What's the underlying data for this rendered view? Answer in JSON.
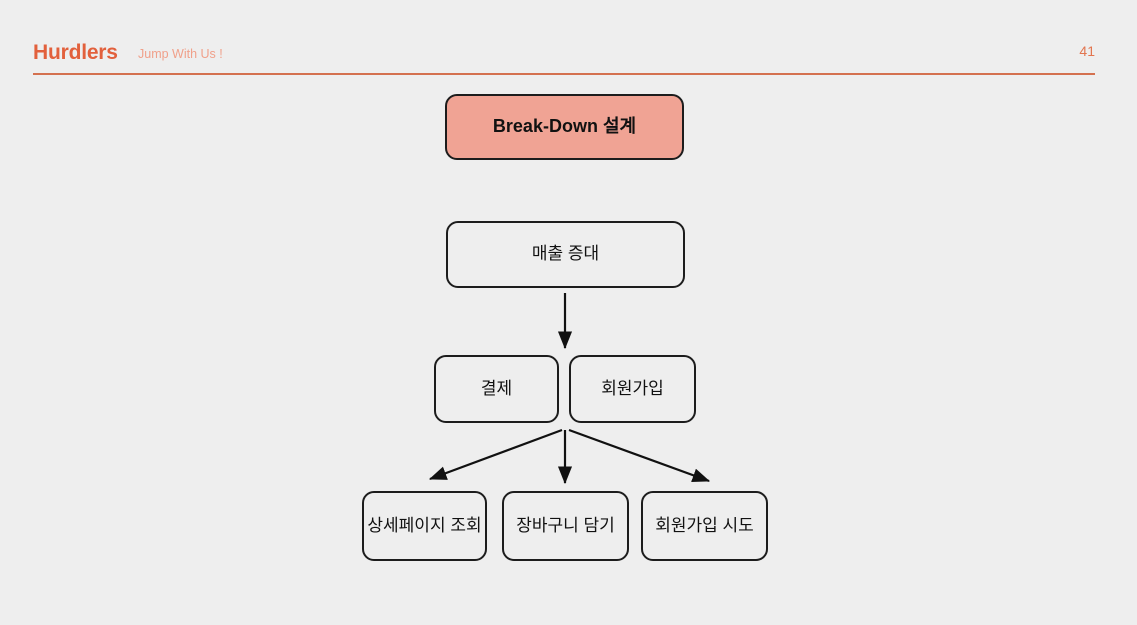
{
  "header": {
    "brand": "Hurdlers",
    "tagline": "Jump With Us !",
    "page_number": "41",
    "brand_color": "#e2603c",
    "tagline_color": "#f0a08a",
    "rule_color": "#d4714f",
    "page_number_color": "#e2754f"
  },
  "slide": {
    "background_color": "#eeeeee",
    "node_border_color": "#1c1c1c",
    "highlight_fill_color": "#f0a394",
    "arrow_color": "#111111"
  },
  "diagram": {
    "title_node": {
      "label": "Break-Down 설계"
    },
    "levels": [
      {
        "name": "goal",
        "nodes": [
          {
            "label": "매출 증대"
          }
        ]
      },
      {
        "name": "sub-goals",
        "nodes": [
          {
            "label": "결제"
          },
          {
            "label": "회원가입"
          }
        ]
      },
      {
        "name": "actions",
        "nodes": [
          {
            "label": "상세페이지 조회"
          },
          {
            "label": "장바구니 담기"
          },
          {
            "label": "회원가입 시도"
          }
        ]
      }
    ],
    "connectors": [
      {
        "from": "매출 증대",
        "to": "결제 / 회원가입",
        "type": "arrow-down"
      },
      {
        "from": "결제 / 회원가입",
        "to": "상세페이지 조회",
        "type": "arrow-diagonal-left"
      },
      {
        "from": "결제 / 회원가입",
        "to": "장바구니 담기",
        "type": "arrow-down"
      },
      {
        "from": "결제 / 회원가입",
        "to": "회원가입 시도",
        "type": "arrow-diagonal-right"
      }
    ]
  }
}
